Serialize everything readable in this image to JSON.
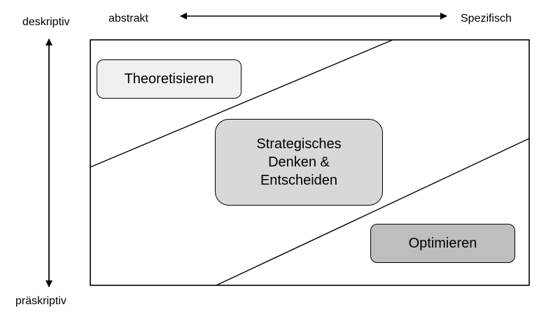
{
  "axes": {
    "vertical_top": "deskriptiv",
    "vertical_bottom": "präskriptiv",
    "horizontal_left": "abstrakt",
    "horizontal_right": "Spezifisch"
  },
  "boxes": {
    "theoretisieren": "Theoretisieren",
    "strategisch": "Strategisches\nDenken &\nEntscheiden",
    "optimieren": "Optimieren"
  },
  "colors": {
    "theoretisieren_fill": "#f0f0f0",
    "strategisch_fill": "#d8d8d8",
    "optimieren_fill": "#bebebe",
    "stroke": "#000000"
  }
}
